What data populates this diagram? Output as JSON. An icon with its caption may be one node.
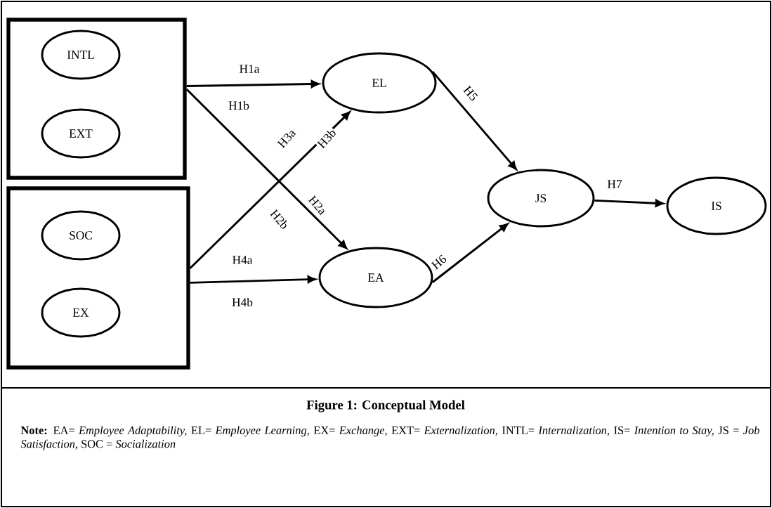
{
  "diagram": {
    "caption": "Figure 1: Conceptual Model",
    "nodes": [
      {
        "text": [],
        "shape": "box"
      },
      {
        "text": [
          "INTL"
        ],
        "in": 0
      },
      {
        "text": [
          "EXT"
        ],
        "in": 0
      },
      {
        "text": [],
        "shape": "box"
      },
      {
        "text": [
          "SOC"
        ],
        "in": 3
      },
      {
        "text": [
          "EX"
        ],
        "in": 3
      },
      {
        "text": [
          "EL"
        ]
      },
      {
        "text": [
          "EA"
        ]
      },
      {
        "text": [
          "JS"
        ]
      },
      {
        "text": [
          "IS"
        ]
      }
    ],
    "edges": [
      {
        "from": 0,
        "to": 6,
        "arrow": "to",
        "label": "H1a"
      },
      {
        "from": 0,
        "to": 7,
        "arrow": "to",
        "label": "H2a"
      },
      {
        "from": 3,
        "to": 6,
        "arrow": "to",
        "label": "H3a"
      },
      {
        "from": 3,
        "to": 7,
        "arrow": "to",
        "label": "H4a"
      },
      {
        "from": 6,
        "to": 8,
        "arrow": "to",
        "label": "H5"
      },
      {
        "from": 7,
        "to": 8,
        "arrow": "to",
        "label": "H6"
      },
      {
        "from": 8,
        "to": 9,
        "arrow": "to",
        "label": "H7"
      }
    ],
    "labels": [
      "H1b",
      "H3b",
      "H2b",
      "H4b",
      "**Note:**  EA= *Employee Adaptability,* EL= *Employee Learning,* EX= *Exchange,* EXT= *Externalization,* INTL= *Internalization,* IS= *Intention to Stay,* JS = *Job Satisfaction,* SOC = *Socialization*"
    ]
  }
}
